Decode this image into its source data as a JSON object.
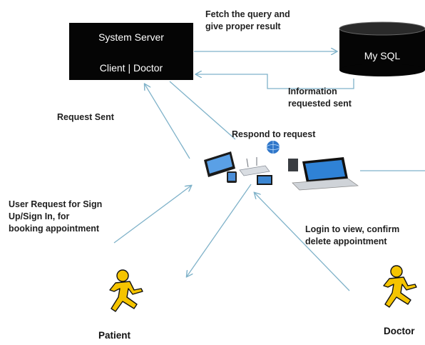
{
  "server": {
    "title": "System Server",
    "subtitle": "Client | Doctor"
  },
  "database": {
    "label": "My SQL"
  },
  "labels": {
    "fetch_line1": "Fetch the query and",
    "fetch_line2": "give proper result",
    "info_line1": "Information",
    "info_line2": "requested sent",
    "request_sent": "Request Sent",
    "respond": "Respond to request",
    "user_line1": "User Request for Sign",
    "user_line2": "Up/Sign In, for",
    "user_line3": "booking appointment",
    "login_line1": "Login to view, confirm",
    "login_line2": "delete appointment"
  },
  "actors": {
    "patient": "Patient",
    "doctor": "Doctor"
  },
  "colors": {
    "actor_fill": "#f5c400",
    "line": "#7fb2c9",
    "box": "#050505"
  },
  "icons": {
    "patient": "running-person-icon",
    "doctor": "running-person-icon",
    "network": "network-devices-icon",
    "database": "database-cylinder-icon"
  }
}
